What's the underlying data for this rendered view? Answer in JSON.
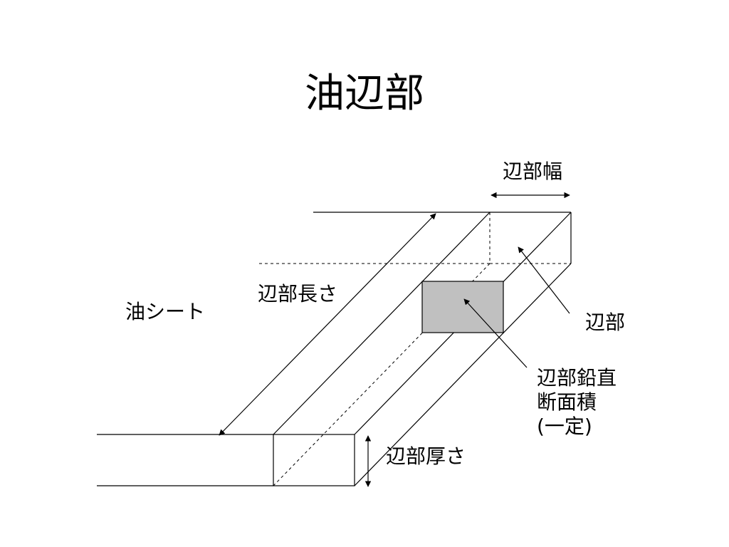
{
  "slide": {
    "title": "油辺部"
  },
  "labels": {
    "edge_width": "辺部幅",
    "edge_length": "辺部長さ",
    "oil_sheet": "油シート",
    "edge": "辺部",
    "cross_section_line1": "辺部鉛直",
    "cross_section_line2": "断面積",
    "cross_section_line3": "(一定)",
    "edge_thickness": "辺部厚さ"
  },
  "colors": {
    "background": "#ffffff",
    "stroke": "#000000",
    "cross_section_fill": "#c0c0c0"
  }
}
